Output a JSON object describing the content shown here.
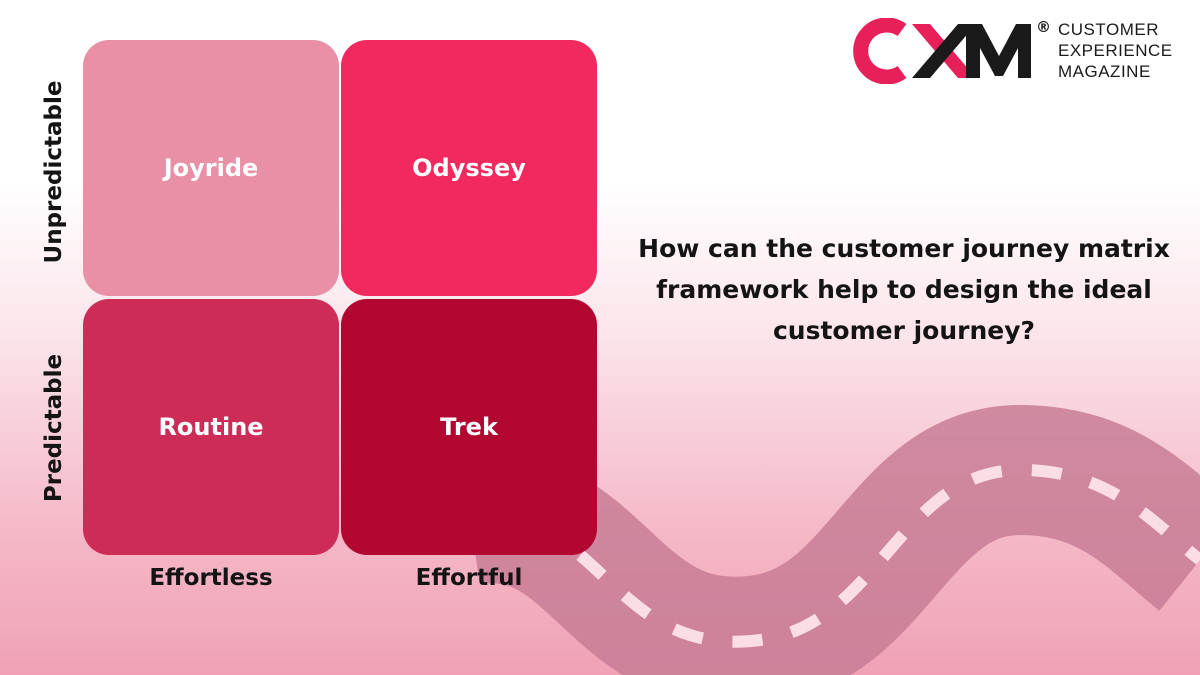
{
  "brand": {
    "logo_letters": "CXM",
    "registered_mark": "®",
    "name_lines": [
      "CUSTOMER",
      "EXPERIENCE",
      "MAGAZINE"
    ],
    "colors": {
      "pink": "#e8205a",
      "dark": "#1a1a1a"
    }
  },
  "matrix": {
    "quadrants": [
      {
        "label": "Joyride",
        "row": "Unpredictable",
        "column": "Effortless",
        "color": "#e98fa6"
      },
      {
        "label": "Odyssey",
        "row": "Unpredictable",
        "column": "Effortful",
        "color": "#f2295f"
      },
      {
        "label": "Routine",
        "row": "Predictable",
        "column": "Effortless",
        "color": "#cd2c57"
      },
      {
        "label": "Trek",
        "row": "Predictable",
        "column": "Effortful",
        "color": "#b10731"
      }
    ],
    "y_labels": [
      "Unpredictable",
      "Predictable"
    ],
    "x_labels": [
      "Effortless",
      "Effortful"
    ]
  },
  "headline": {
    "lines": [
      "How can the customer journey matrix",
      "framework help to design the ideal",
      "customer journey?"
    ]
  },
  "decoration": {
    "road_icon": "winding-road-illustration",
    "road_color": "#c87890",
    "dash_color": "#fbdde6"
  }
}
